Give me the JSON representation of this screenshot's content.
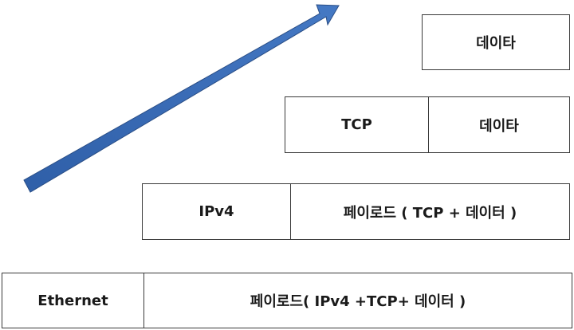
{
  "stack": {
    "row1": {
      "data": "데이타"
    },
    "row2": {
      "header": "TCP",
      "data": "데이타"
    },
    "row3": {
      "header": "IPv4",
      "payload": "페이로드 ( TCP + 데이터 )"
    },
    "row4": {
      "header": "Ethernet",
      "payload": "페이로드( IPv4 +TCP+ 데이터 )"
    }
  },
  "arrow": {
    "icon": "arrow-up-right-icon",
    "fill_color": "#3B6CB5",
    "edge_color": "#2A4E86"
  },
  "colors": {
    "border": "#3a3a3a",
    "text": "#1a1a1a"
  }
}
